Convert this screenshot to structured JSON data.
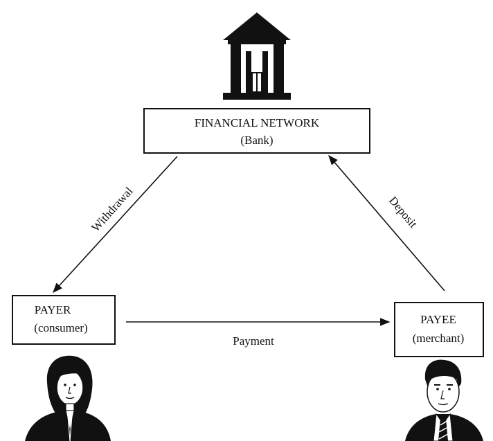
{
  "nodes": {
    "bank": {
      "title": "FINANCIAL NETWORK",
      "subtitle": "(Bank)",
      "icon": "bank-building-icon"
    },
    "payer": {
      "title": "PAYER",
      "subtitle": "(consumer)",
      "icon": "woman-consumer-icon"
    },
    "payee": {
      "title": "PAYEE",
      "subtitle": "(merchant)",
      "icon": "man-merchant-icon"
    }
  },
  "edges": {
    "withdrawal": "Withdrawal",
    "deposit": "Deposit",
    "payment": "Payment"
  },
  "colors": {
    "ink": "#111111",
    "background": "#ffffff"
  }
}
